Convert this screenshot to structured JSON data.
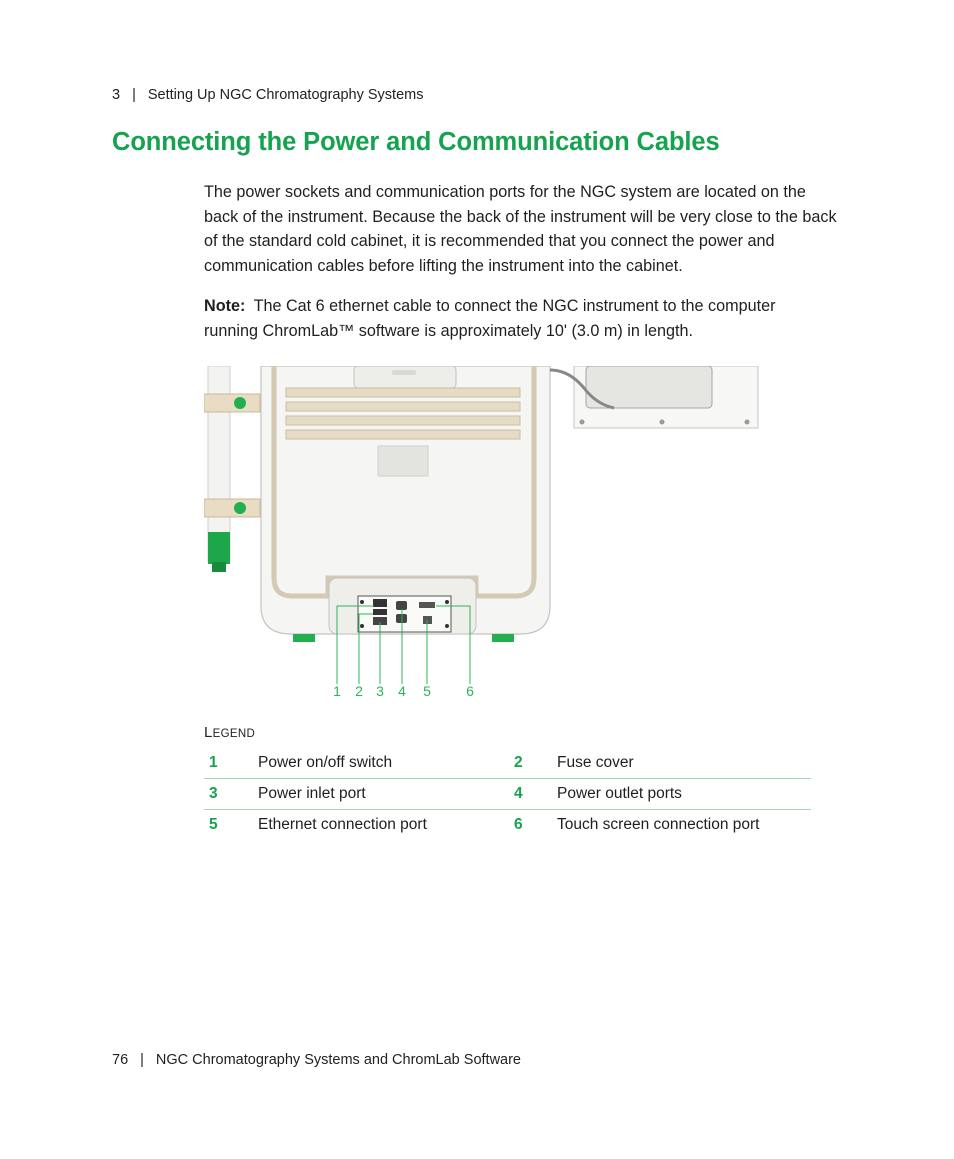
{
  "header": {
    "chapter": "3",
    "separator": "|",
    "chapter_title": "Setting Up NGC Chromatography Systems"
  },
  "section_title": "Connecting the Power and Communication Cables",
  "intro_paragraph": "The power sockets and communication ports for the NGC system are located on the back of the instrument. Because the back of the instrument will be very close to the back of the standard cold cabinet, it is recommended that you connect the power and communication cables before lifting the instrument into the cabinet.",
  "note": {
    "label": "Note:",
    "text": "The Cat 6 ethernet cable to connect the NGC instrument to the computer running ChromLab™ software is approximately 10' (3.0 m) in length."
  },
  "figure": {
    "callouts": [
      "1",
      "2",
      "3",
      "4",
      "5",
      "6"
    ],
    "accent_color": "#16a34f"
  },
  "legend": {
    "title_first": "L",
    "title_rest": "EGEND",
    "rows": [
      {
        "num_a": "1",
        "label_a": "Power on/off switch",
        "num_b": "2",
        "label_b": "Fuse cover"
      },
      {
        "num_a": "3",
        "label_a": "Power inlet port",
        "num_b": "4",
        "label_b": "Power outlet ports"
      },
      {
        "num_a": "5",
        "label_a": "Ethernet connection port",
        "num_b": "6",
        "label_b": "Touch screen connection port"
      }
    ]
  },
  "footer": {
    "page_number": "76",
    "separator": "|",
    "book_title": "NGC Chromatography Systems and ChromLab Software"
  }
}
